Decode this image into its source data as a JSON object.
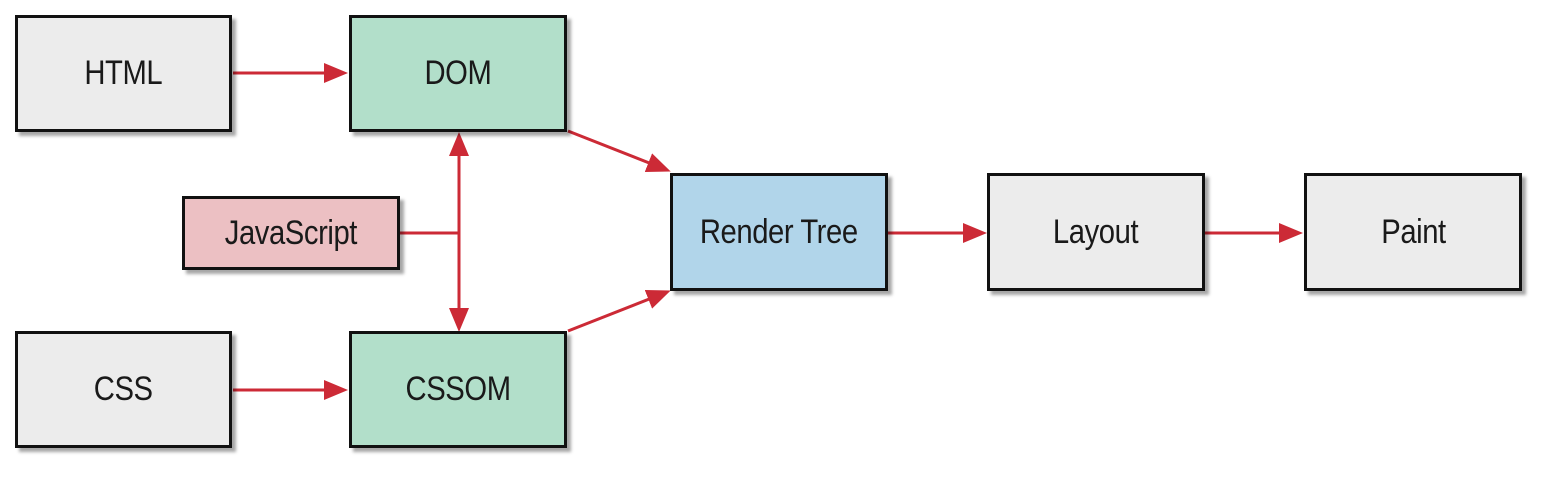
{
  "colors": {
    "arrow": "#cc2a36",
    "node_border": "#111111",
    "gray_fill": "#ececec",
    "green_fill": "#b2dfca",
    "pink_fill": "#ecc0c3",
    "blue_fill": "#b1d5ea"
  },
  "nodes": {
    "html": {
      "label": "HTML"
    },
    "dom": {
      "label": "DOM"
    },
    "javascript": {
      "label": "JavaScript"
    },
    "css": {
      "label": "CSS"
    },
    "cssom": {
      "label": "CSSOM"
    },
    "render_tree": {
      "label": "Render Tree"
    },
    "layout": {
      "label": "Layout"
    },
    "paint": {
      "label": "Paint"
    }
  },
  "edges": [
    {
      "from": "HTML",
      "to": "DOM"
    },
    {
      "from": "CSS",
      "to": "CSSOM"
    },
    {
      "from": "JavaScript",
      "to": "DOM"
    },
    {
      "from": "JavaScript",
      "to": "CSSOM"
    },
    {
      "from": "DOM",
      "to": "Render Tree"
    },
    {
      "from": "CSSOM",
      "to": "Render Tree"
    },
    {
      "from": "Render Tree",
      "to": "Layout"
    },
    {
      "from": "Layout",
      "to": "Paint"
    }
  ]
}
